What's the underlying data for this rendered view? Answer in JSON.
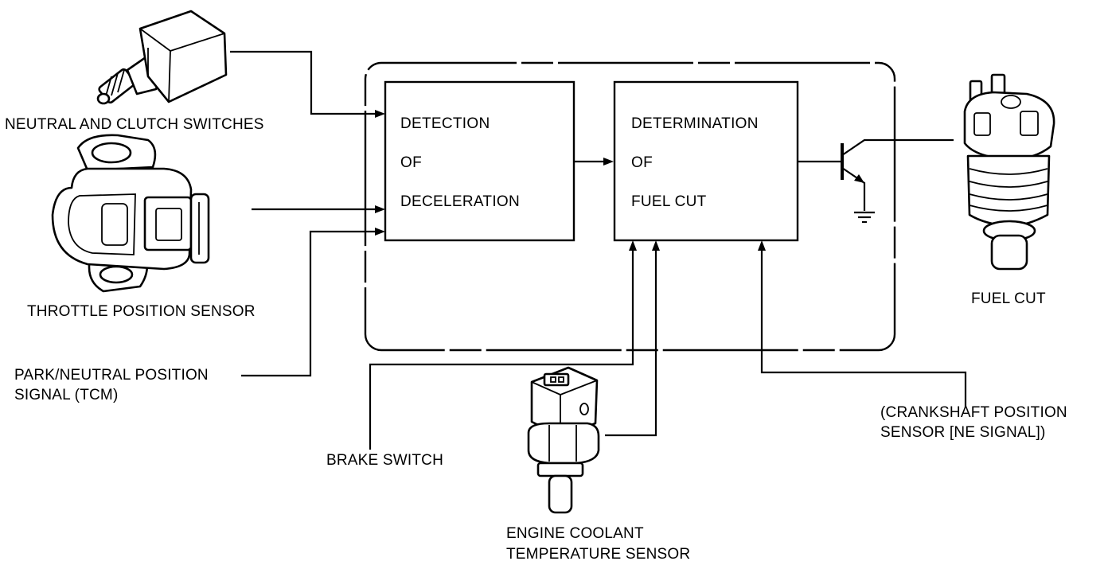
{
  "blocks": {
    "detection": {
      "line1": "DETECTION",
      "line2": "OF",
      "line3": "DECELERATION"
    },
    "determination": {
      "line1": "DETERMINATION",
      "line2": "OF",
      "line3": "FUEL CUT"
    }
  },
  "inputs": {
    "neutral_clutch": "NEUTRAL AND CLUTCH SWITCHES",
    "throttle": "THROTTLE POSITION SENSOR",
    "park_neutral": {
      "line1": "PARK/NEUTRAL POSITION",
      "line2": "SIGNAL (TCM)"
    },
    "brake": "BRAKE SWITCH",
    "coolant": {
      "line1": "ENGINE COOLANT",
      "line2": "TEMPERATURE SENSOR"
    },
    "crankshaft": {
      "line1": "(CRANKSHAFT POSITION",
      "line2": "SENSOR [NE SIGNAL])"
    }
  },
  "output": {
    "fuel_cut": "FUEL CUT"
  },
  "icons": [
    "neutral-clutch-switch-icon",
    "throttle-position-sensor-icon",
    "coolant-temperature-sensor-icon",
    "fuel-injector-icon",
    "transistor-icon",
    "ground-icon"
  ]
}
